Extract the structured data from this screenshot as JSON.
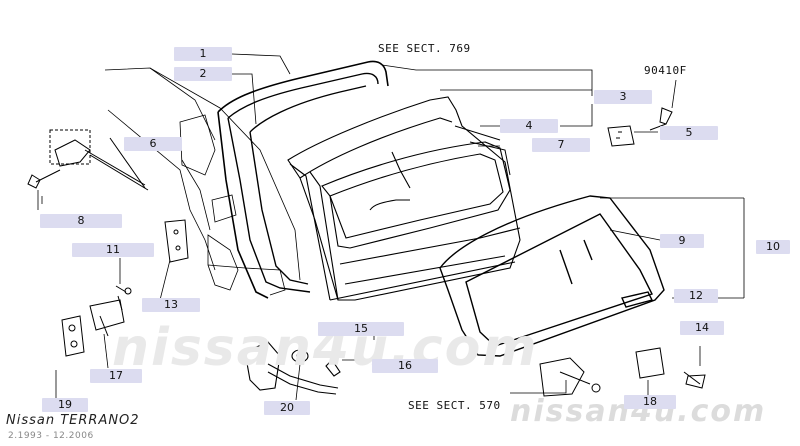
{
  "callouts": [
    "1",
    "2",
    "3",
    "4",
    "5",
    "6",
    "7",
    "8",
    "9",
    "10",
    "11",
    "12",
    "13",
    "14",
    "15",
    "16",
    "17",
    "18",
    "19",
    "20"
  ],
  "refs": {
    "sect_769": "SEE SECT. 769",
    "sect_570": "SEE SECT. 570",
    "part_90410f": "90410F"
  },
  "watermark": {
    "center": "nissan4u.com",
    "corner": "nissan4u.com"
  },
  "footer": {
    "model": "Nissan TERRANO2",
    "dates": "2.1993 - 12.2006"
  },
  "colors": {
    "callout_bg": "#dcdcf0",
    "line": "#000000",
    "watermark": "#e9e9e9"
  }
}
